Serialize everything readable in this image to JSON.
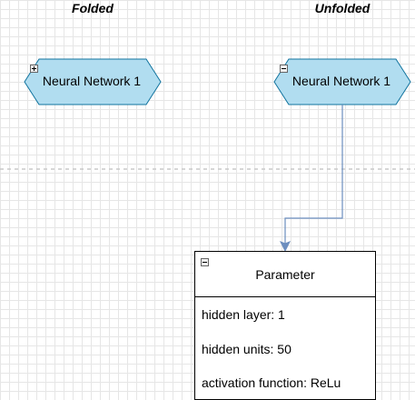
{
  "headings": {
    "folded": "Folded",
    "unfolded": "Unfolded"
  },
  "nodes": {
    "folded": {
      "label": "Neural Network 1",
      "toggle_icon": "plus-icon"
    },
    "unfolded": {
      "label": "Neural Network 1",
      "toggle_icon": "minus-icon"
    }
  },
  "parameter_box": {
    "title": "Parameter",
    "toggle_icon": "minus-icon",
    "rows": [
      "hidden layer: 1",
      "hidden units: 50",
      "activation function: ReLu"
    ]
  },
  "colors": {
    "node_fill": "#b1ddf0",
    "node_stroke": "#10739e",
    "connector": "#6c8ebf",
    "separator": "#c8c8c8",
    "grid": "#e6e6e6"
  }
}
